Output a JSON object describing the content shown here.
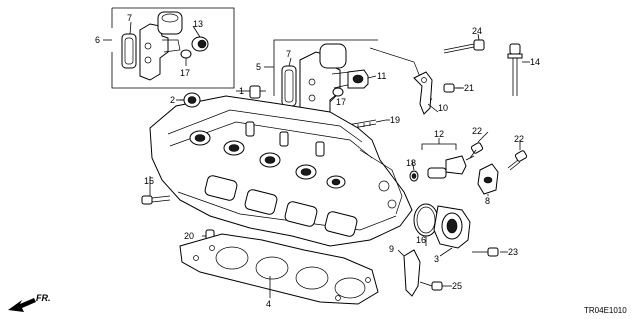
{
  "callouts": {
    "c1": "1",
    "c2": "2",
    "c3": "3",
    "c4": "4",
    "c5": "5",
    "c6": "6",
    "c7a": "7",
    "c7b": "7",
    "c8": "8",
    "c9": "9",
    "c10": "10",
    "c11": "11",
    "c12": "12",
    "c13": "13",
    "c14": "14",
    "c15": "15",
    "c16": "16",
    "c17a": "17",
    "c17b": "17",
    "c18": "18",
    "c19": "19",
    "c20": "20",
    "c21": "21",
    "c22a": "22",
    "c22b": "22",
    "c23": "23",
    "c24": "24",
    "c25": "25"
  },
  "direction_label": "FR.",
  "diagram_code": "TR04E1010"
}
